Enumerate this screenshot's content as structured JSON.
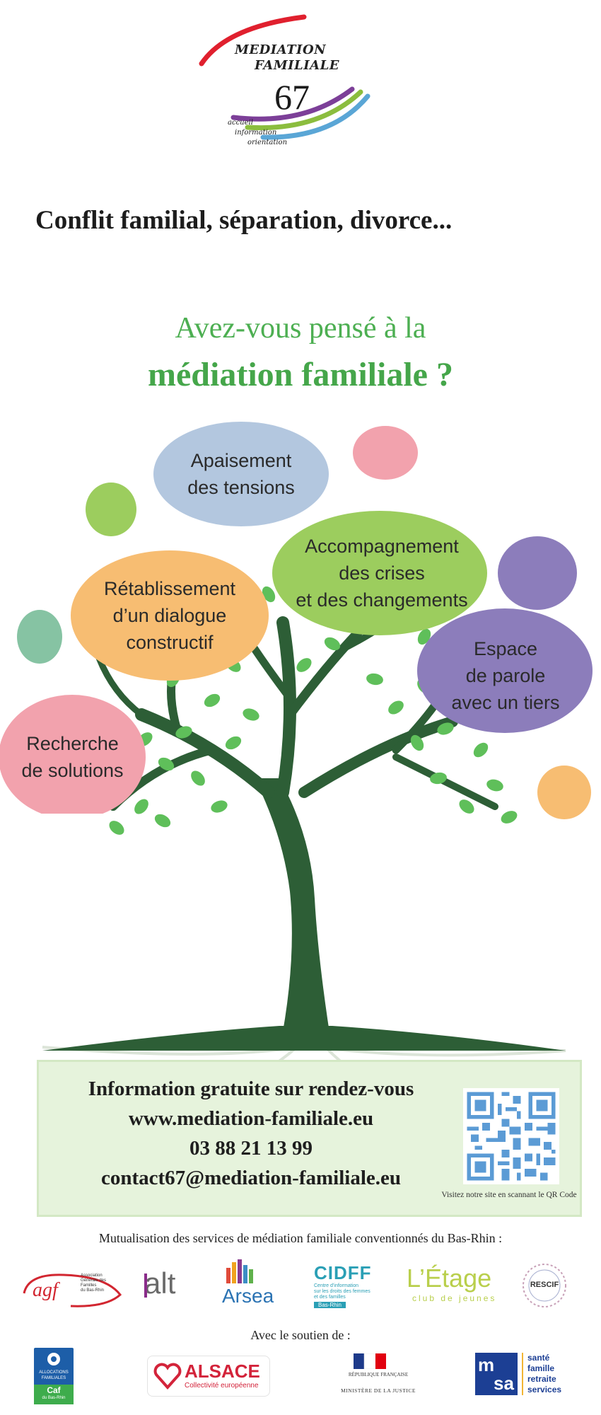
{
  "logo": {
    "line1": "MEDIATION",
    "line2": "FAMILIALE",
    "number": "67",
    "small1": "accueil",
    "small2": "information",
    "small3": "orientation"
  },
  "headline": "Conflit familial, séparation, divorce...",
  "subhead": {
    "line1": "Avez-vous pensé à la",
    "line2": "médiation familiale ?"
  },
  "bubbles": {
    "apaisement": "Apaisement\ndes tensions",
    "accompagnement": "Accompagnement\ndes crises\net des changements",
    "retablissement": "Rétablissement\nd’un dialogue\nconstructif",
    "espace": "Espace\nde parole\navec un tiers",
    "recherche": "Recherche\nde solutions"
  },
  "colors": {
    "green_text": "#4daf52",
    "tree_dark": "#2d5e36",
    "leaf_green": "#5fbf5a",
    "bubble_blue": "#b3c7df",
    "bubble_green": "#9ccd5e",
    "bubble_orange": "#f7bd72",
    "bubble_purple": "#8c7dbb",
    "bubble_pink": "#f2a2ad",
    "bubble_teal": "#86c3a3"
  },
  "info": {
    "line1": "Information gratuite sur rendez-vous",
    "line2": "www.mediation-familiale.eu",
    "line3": "03 88 21 13 99",
    "line4": "contact67@mediation-familiale.eu",
    "qr_caption": "Visitez notre site en scannant le QR Code"
  },
  "mutualisation": "Mutualisation des services de médiation familiale conventionnés du Bas-Rhin :",
  "partners": {
    "agf": "agf",
    "agf_sub": "Association\nGénérale des\nFamilles\ndu Bas-Rhin",
    "alt": "alt",
    "arsea": "Arsea",
    "cidff": "CIDFF",
    "cidff_sub": "Centre d’information\nsur les droits des femmes\net des familles",
    "cidff_region": "Bas-Rhin",
    "etage": "L’Étage",
    "etage_sub": "club de jeunes",
    "rescif": "RESCIF"
  },
  "support_label": "Avec le soutien de :",
  "supporters": {
    "caf_line1": "ALLOCATIONS",
    "caf_line2": "FAMILIALES",
    "caf_line3": "Caf",
    "caf_line4": "du Bas-Rhin",
    "alsace": "ALSACE",
    "alsace_sub": "Collectivité européenne",
    "rf_line1": "RÉPUBLIQUE FRANÇAISE",
    "rf_line2": "MINISTÈRE DE LA JUSTICE",
    "msa_line1": "santé",
    "msa_line2": "famille",
    "msa_line3": "retraite",
    "msa_line4": "services"
  }
}
